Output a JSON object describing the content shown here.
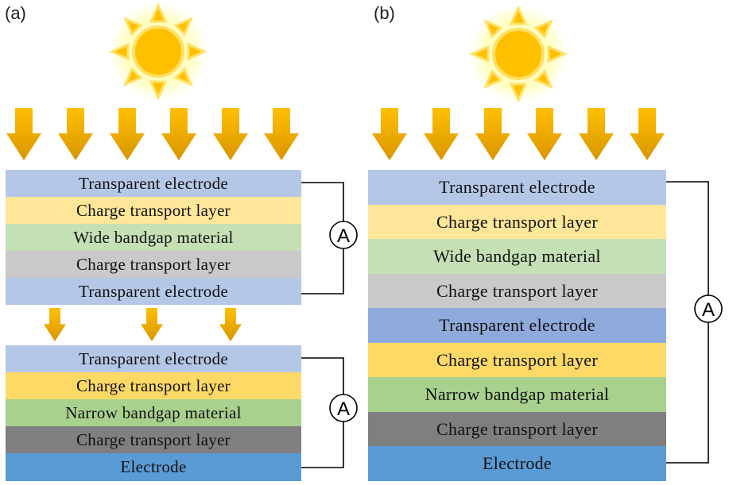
{
  "panel_a": {
    "label": "(a)",
    "top_cell": {
      "layers": [
        {
          "label": "Transparent electrode",
          "color": "#b4c7e7"
        },
        {
          "label": "Charge transport layer",
          "color": "#ffe699"
        },
        {
          "label": "Wide bandgap material",
          "color": "#c5e0b4"
        },
        {
          "label": "Charge transport layer",
          "color": "#c9c9c9"
        },
        {
          "label": "Transparent electrode",
          "color": "#b4c7e7"
        }
      ],
      "meter_label": "A"
    },
    "bottom_cell": {
      "layers": [
        {
          "label": "Transparent electrode",
          "color": "#b4c7e7"
        },
        {
          "label": "Charge transport layer",
          "color": "#ffd966"
        },
        {
          "label": "Narrow bandgap material",
          "color": "#a9d18e"
        },
        {
          "label": "Charge transport layer",
          "color": "#7f7f7f"
        },
        {
          "label": "Electrode",
          "color": "#5b9bd5"
        }
      ],
      "meter_label": "A"
    }
  },
  "panel_b": {
    "label": "(b)",
    "cell": {
      "layers": [
        {
          "label": "Transparent electrode",
          "color": "#b4c7e7"
        },
        {
          "label": "Charge transport layer",
          "color": "#ffe699"
        },
        {
          "label": "Wide bandgap material",
          "color": "#c5e0b4"
        },
        {
          "label": "Charge transport layer",
          "color": "#c9c9c9"
        },
        {
          "label": "Transparent electrode",
          "color": "#8faadc"
        },
        {
          "label": "Charge transport layer",
          "color": "#ffd966"
        },
        {
          "label": "Narrow bandgap material",
          "color": "#a9d18e"
        },
        {
          "label": "Charge transport layer",
          "color": "#7f7f7f"
        },
        {
          "label": "Electrode",
          "color": "#5b9bd5"
        }
      ],
      "meter_label": "A"
    }
  },
  "colors": {
    "sun_core": "#ffc000",
    "sun_glow": "#ffff99",
    "arrow_fill": "#e6a100",
    "arrow_light": "#ffc000",
    "wire": "#000000"
  },
  "icons": [
    "sun-icon",
    "light-arrow-icon",
    "ammeter-icon"
  ]
}
